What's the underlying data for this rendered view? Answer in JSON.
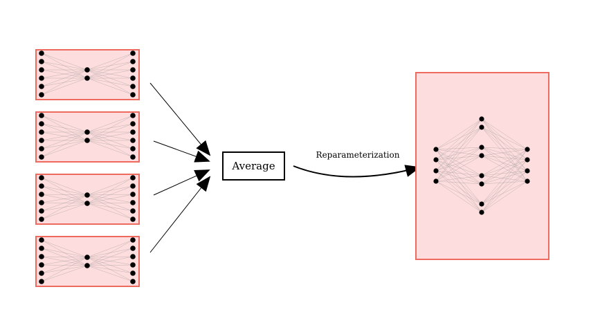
{
  "diagram": {
    "average_label": "Average",
    "reparameterization_label": "Reparameterization",
    "colors": {
      "panel_fill": "#fddddd",
      "panel_stroke": "#ee6a5f",
      "node": "#000000",
      "edge": "#8a8a8a"
    },
    "small_networks": [
      {
        "layers": [
          6,
          2,
          6
        ]
      },
      {
        "layers": [
          6,
          2,
          6
        ]
      },
      {
        "layers": [
          6,
          2,
          6
        ]
      },
      {
        "layers": [
          6,
          2,
          6
        ]
      }
    ],
    "merged_network": {
      "layers": [
        4,
        8,
        4
      ]
    }
  }
}
